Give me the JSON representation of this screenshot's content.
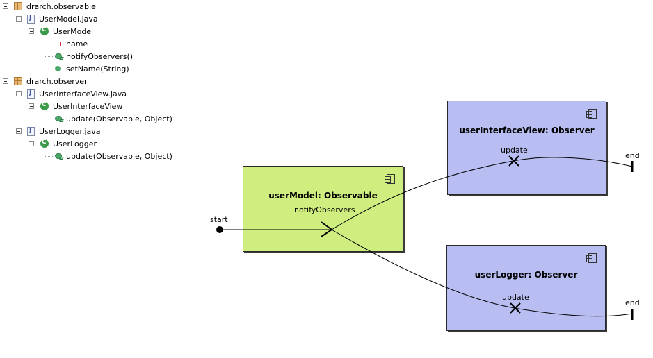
{
  "tree": {
    "items": [
      {
        "label": "drarch.observable",
        "icon": "package-icon"
      },
      {
        "label": "UserModel.java",
        "icon": "java-file-icon"
      },
      {
        "label": "UserModel",
        "icon": "class-icon"
      },
      {
        "label": "name",
        "icon": "private-field-icon"
      },
      {
        "label": "notifyObservers()",
        "icon": "protected-method-icon"
      },
      {
        "label": "setName(String)",
        "icon": "public-method-icon"
      },
      {
        "label": "drarch.observer",
        "icon": "package-icon"
      },
      {
        "label": "UserInterfaceView.java",
        "icon": "java-file-icon"
      },
      {
        "label": "UserInterfaceView",
        "icon": "class-icon"
      },
      {
        "label": "update(Observable, Object)",
        "icon": "protected-method-icon"
      },
      {
        "label": "UserLogger.java",
        "icon": "java-file-icon"
      },
      {
        "label": "UserLogger",
        "icon": "class-icon"
      },
      {
        "label": "update(Observable, Object)",
        "icon": "protected-method-icon"
      }
    ]
  },
  "diagram": {
    "model": {
      "title": "userModel: Observable",
      "responsibility": "notifyObservers",
      "color": "#cfee7f"
    },
    "view": {
      "title": "userInterfaceView: Observer",
      "responsibility": "update",
      "color": "#b8bef2"
    },
    "logger": {
      "title": "userLogger: Observer",
      "responsibility": "update",
      "color": "#b8bef2"
    },
    "start_label": "start",
    "end_label_1": "end",
    "end_label_2": "end"
  }
}
